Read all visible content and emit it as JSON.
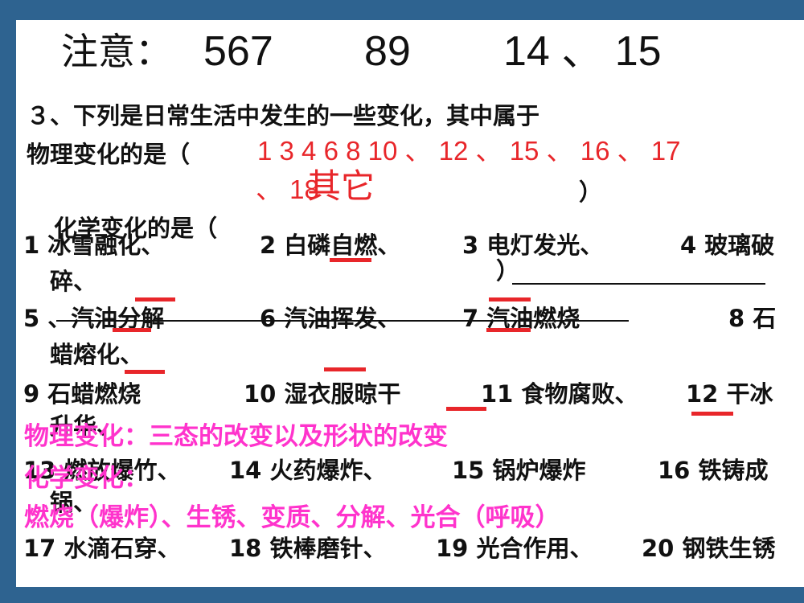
{
  "header": {
    "note_label": "注意：",
    "n1": "567",
    "n2": "89",
    "n3": "14 、 15"
  },
  "question": {
    "line1": "３、下列是日常生活中发生的一些变化，其中属于",
    "line2": "物理变化的是（",
    "close_paren": "）",
    "chem_prompt": "化学变化的是（",
    "close_paren2": "）"
  },
  "handwritten": {
    "physical_answer": "1 3 4 6 8 10 、 12 、 15 、 16 、 17",
    "physical_answer_cont": "、 18",
    "other": "其它"
  },
  "items": {
    "row1": [
      "1 冰雪融化、",
      "2 白磷自燃、",
      "3 电灯发光、",
      "4 玻璃破"
    ],
    "row1b": "碎、",
    "row2": [
      "5 、汽油分解",
      "6 汽油挥发、",
      "7 汽油燃烧",
      "8 石"
    ],
    "row2b": "蜡熔化、",
    "row3": [
      "9 石蜡燃烧",
      "10 湿衣服晾干",
      "11 食物腐败、",
      "12 干冰"
    ],
    "row3b": "升华、",
    "row4": [
      "13 燃放爆竹、",
      "14 火药爆炸、",
      "15 锅炉爆炸",
      "16 铁铸成"
    ],
    "row4b": "锅、",
    "row5": [
      "17 水滴石穿、",
      "18 铁棒磨针、",
      "19 光合作用、",
      "20 钢铁生锈"
    ]
  },
  "notes": {
    "physical": "物理变化：三态的改变以及形状的改变",
    "chemical": "化学变化：",
    "chemical_examples": "燃烧（爆炸）、生锈、变质、分解、光合（呼吸）"
  },
  "colors": {
    "frame": "#2e6390",
    "handwriting_red": "#e8262a",
    "pink": "#ff33cc"
  }
}
